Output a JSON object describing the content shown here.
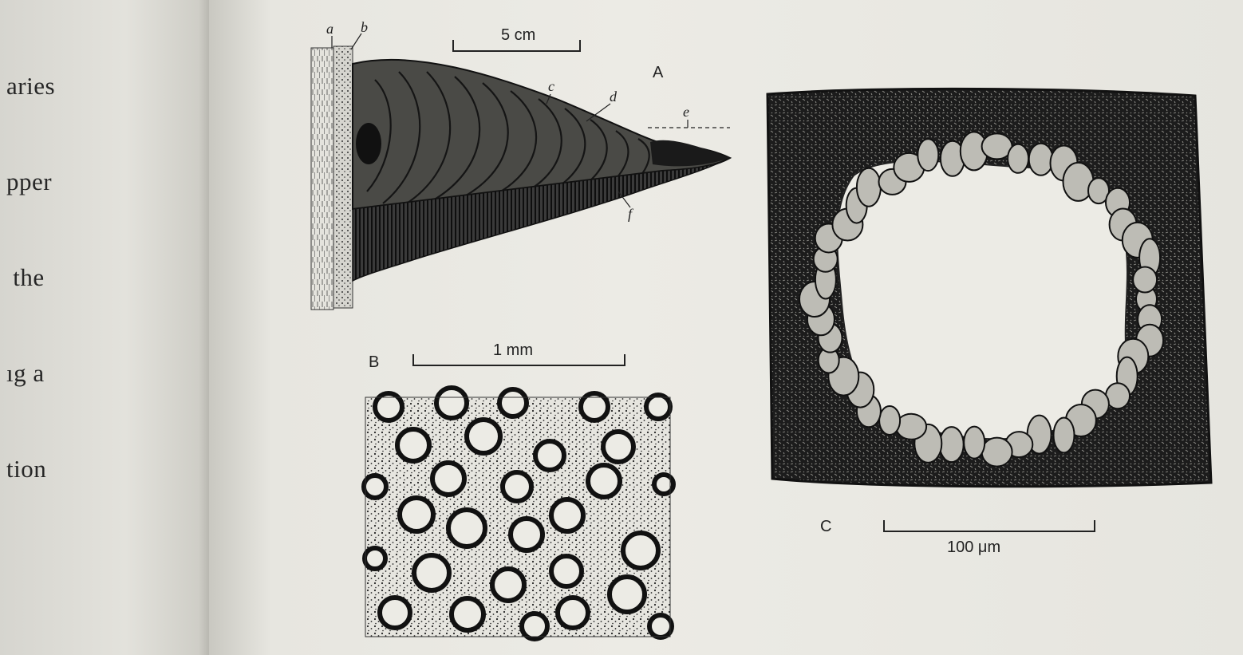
{
  "left_page": {
    "text_fragments": [
      "aries",
      "pper",
      " the",
      "ıg a",
      "tion"
    ]
  },
  "figure": {
    "panel_a": {
      "label": "A",
      "scale_bar": "5 cm",
      "callouts": [
        "a",
        "b",
        "c",
        "d",
        "e",
        "f"
      ]
    },
    "panel_b": {
      "label": "B",
      "scale_bar": "1 mm"
    },
    "panel_c": {
      "label": "C",
      "scale_bar": "100 μm"
    }
  }
}
